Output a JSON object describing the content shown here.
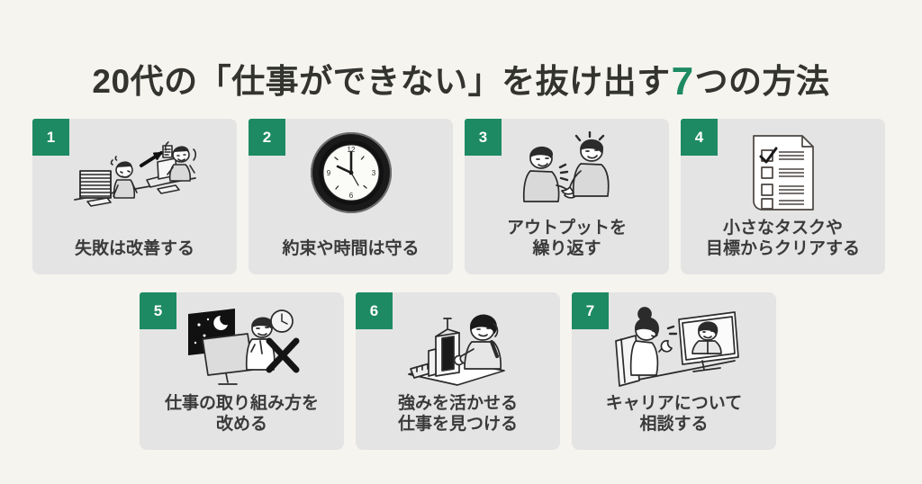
{
  "title": {
    "before": "20代の「仕事ができない」を抜け出す",
    "accent": "7",
    "after": "つの方法",
    "accent_color": "#1d8a63",
    "text_color": "#333330"
  },
  "theme": {
    "background": "#f5f4ef",
    "card_background": "#e4e4e4",
    "badge_background": "#1d8a63",
    "badge_text": "#ffffff",
    "label_color": "#3a3a3a"
  },
  "cards": [
    {
      "number": "1",
      "label": "失敗は改善する",
      "icon": "desk-worker-improvement-icon"
    },
    {
      "number": "2",
      "label": "約束や時間は守る",
      "icon": "wall-clock-icon"
    },
    {
      "number": "3",
      "label": "アウトプットを\n繰り返す",
      "icon": "two-people-talking-icon"
    },
    {
      "number": "4",
      "label": "小さなタスクや\n目標からクリアする",
      "icon": "checklist-document-icon"
    },
    {
      "number": "5",
      "label": "仕事の取り組み方を\n改める",
      "icon": "night-overtime-cross-icon"
    },
    {
      "number": "6",
      "label": "強みを活かせる\n仕事を見つける",
      "icon": "architect-building-model-icon"
    },
    {
      "number": "7",
      "label": "キャリアについて\n相談する",
      "icon": "video-call-consultation-icon"
    }
  ]
}
